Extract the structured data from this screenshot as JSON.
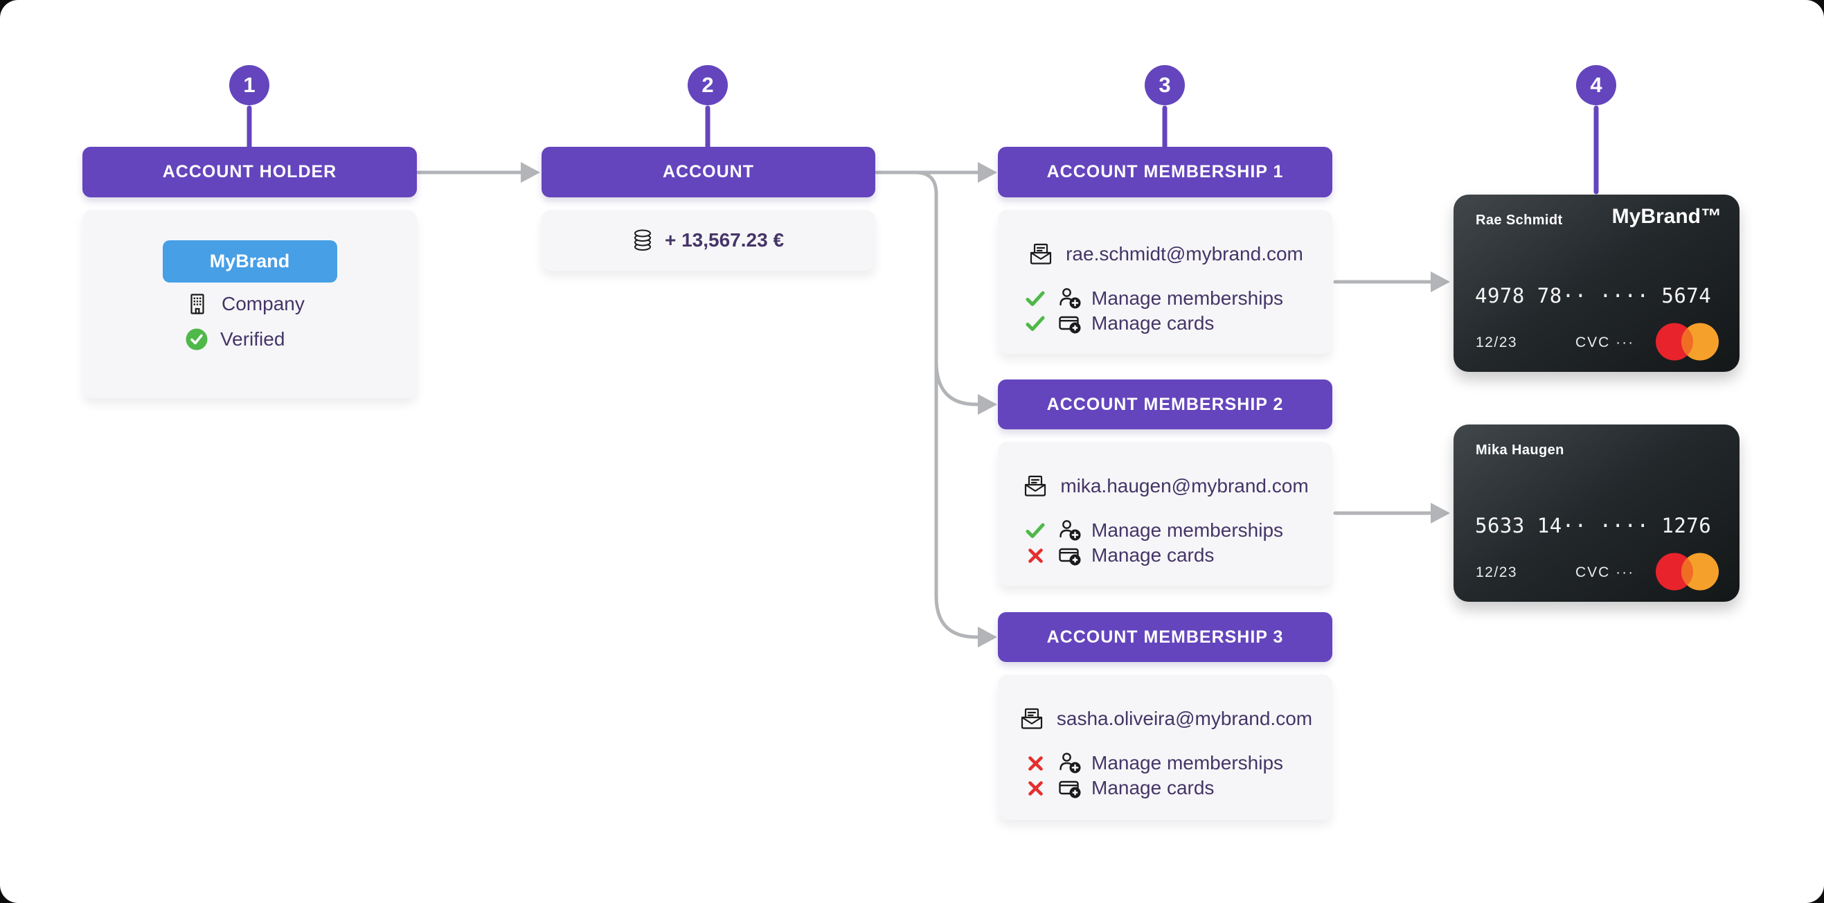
{
  "colors": {
    "purple": "#6445BD",
    "badge_blue": "#479FE6",
    "green": "#4EB848",
    "red": "#E62E2E",
    "arrow_gray": "#B2B4B7",
    "body_text": "#453567",
    "panel_bg": "#F6F6F8",
    "mastercard_red": "#E8232C",
    "mastercard_orange": "#F6A02C"
  },
  "icons": {
    "holder_type": "building-icon",
    "holder_status": "check-circle-icon",
    "balance": "coins-icon",
    "email": "envelope-icon",
    "manage_memberships": "person-add-icon",
    "manage_cards": "card-add-icon",
    "permission_yes": "check-icon",
    "permission_no": "cross-icon",
    "card_network": "mastercard-icon"
  },
  "account_holder": {
    "step": "1",
    "title": "ACCOUNT HOLDER",
    "brand_badge": "MyBrand",
    "company_label": "Company",
    "verified_label": "Verified"
  },
  "account": {
    "step": "2",
    "title": "ACCOUNT",
    "balance": "+ 13,567.23 €"
  },
  "memberships": {
    "step": "3",
    "items": [
      {
        "title": "ACCOUNT MEMBERSHIP 1",
        "email": "rae.schmidt@mybrand.com",
        "permissions": [
          {
            "label": "Manage memberships",
            "allowed": true
          },
          {
            "label": "Manage cards",
            "allowed": true
          }
        ]
      },
      {
        "title": "ACCOUNT MEMBERSHIP 2",
        "email": "mika.haugen@mybrand.com",
        "permissions": [
          {
            "label": "Manage memberships",
            "allowed": true
          },
          {
            "label": "Manage cards",
            "allowed": false
          }
        ]
      },
      {
        "title": "ACCOUNT MEMBERSHIP 3",
        "email": "sasha.oliveira@mybrand.com",
        "permissions": [
          {
            "label": "Manage memberships",
            "allowed": false
          },
          {
            "label": "Manage cards",
            "allowed": false
          }
        ]
      }
    ]
  },
  "cards": {
    "step": "4",
    "items": [
      {
        "holder": "Rae Schmidt",
        "brand": "MyBrand™",
        "number_masked": "4978 78·· ···· 5674",
        "expiry": "12/23",
        "cvc": "CVC ···"
      },
      {
        "holder": "Mika Haugen",
        "number_masked": "5633 14·· ···· 1276",
        "expiry": "12/23",
        "cvc": "CVC ···"
      }
    ]
  }
}
